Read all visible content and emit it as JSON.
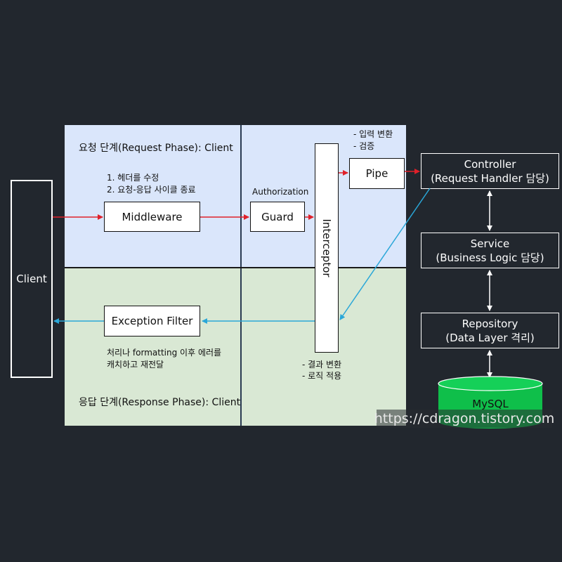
{
  "phases": {
    "request_title": "요청 단계(Request Phase): Client",
    "response_title": "응답 단계(Response Phase): Client"
  },
  "client": {
    "label": "Client"
  },
  "middleware": {
    "label": "Middleware",
    "notes": [
      "1.   헤더를 수정",
      "2.   요청-응답 사이클 종료"
    ]
  },
  "guard": {
    "label": "Guard",
    "caption": "Authorization"
  },
  "interceptor": {
    "label": "Interceptor",
    "notes": [
      "- 결과 변환",
      "- 로직 적용"
    ]
  },
  "pipe": {
    "label": "Pipe",
    "notes": [
      "- 입력 변환",
      "- 검증"
    ]
  },
  "exception_filter": {
    "label": "Exception Filter",
    "notes": [
      "처리나 formatting 이후 에러를",
      "캐치하고 재전달"
    ]
  },
  "controller": {
    "title": "Controller",
    "subtitle": "(Request Handler 담당)"
  },
  "service": {
    "title": "Service",
    "subtitle": "(Business Logic 담당)"
  },
  "repository": {
    "title": "Repository",
    "subtitle": "(Data Layer 격리)"
  },
  "database": {
    "label": "MySQL"
  },
  "watermark": "https://cdragon.tistory.com",
  "colors": {
    "background": "#22272e",
    "request_phase": "#dae6fb",
    "response_phase": "#d9e8d4",
    "request_arrow": "#e0202a",
    "response_arrow": "#2aa7d8",
    "database": "#0fbf4a"
  }
}
